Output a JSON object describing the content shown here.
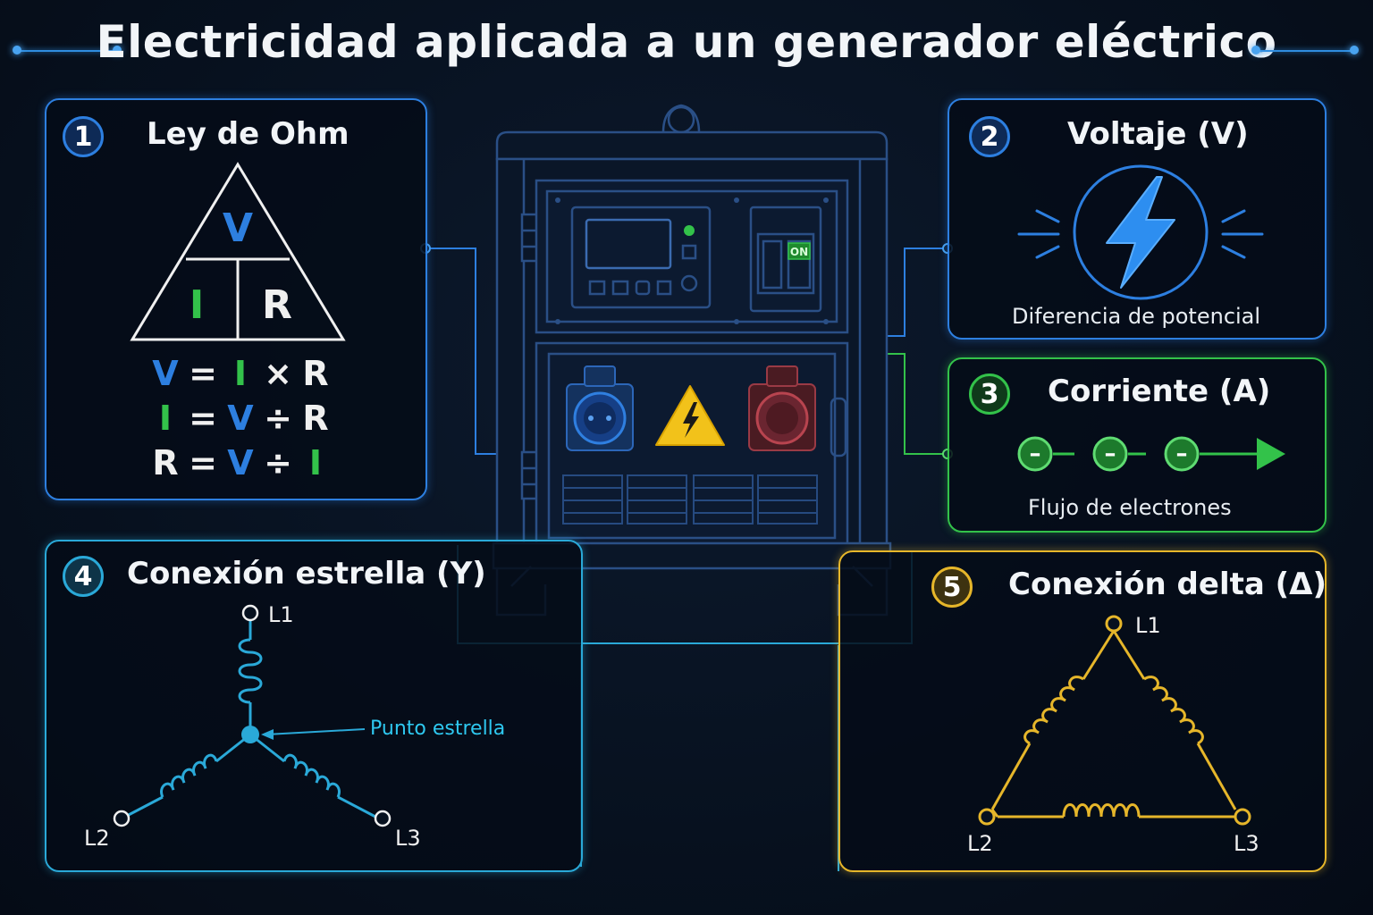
{
  "title": "Electricidad aplicada a un generador eléctrico",
  "colors": {
    "blue": "#2d7fe0",
    "green": "#33c24a",
    "cyan": "#2aa9d8",
    "yellow": "#e6b62a",
    "background": "#07111f"
  },
  "ohm": {
    "number": "1",
    "title": "Ley de Ohm",
    "triangle": {
      "top": "V",
      "left": "I",
      "right": "R"
    },
    "formulas": [
      {
        "a": "V",
        "eq": "=",
        "b": "I",
        "op": "×",
        "c": "R"
      },
      {
        "a": "I",
        "eq": "=",
        "b": "V",
        "op": "÷",
        "c": "R"
      },
      {
        "a": "R",
        "eq": "=",
        "b": "V",
        "op": "÷",
        "c": "I"
      }
    ]
  },
  "voltage": {
    "number": "2",
    "title": "Voltaje (V)",
    "caption": "Diferencia de potencial",
    "icon": "lightning-bolt-icon"
  },
  "current": {
    "number": "3",
    "title": "Corriente (A)",
    "caption": "Flujo de electrones",
    "electron_symbol": "–",
    "electron_count": 3
  },
  "star": {
    "number": "4",
    "title": "Conexión estrella (Y)",
    "center_label": "Punto estrella",
    "terminals": [
      "L1",
      "L2",
      "L3"
    ]
  },
  "delta": {
    "number": "5",
    "title": "Conexión delta (Δ)",
    "terminals": [
      "L1",
      "L2",
      "L3"
    ]
  },
  "generator": {
    "breaker_label": "ON",
    "icons": [
      "control-display-icon",
      "breaker-switch-icon",
      "blue-socket-icon",
      "warning-high-voltage-icon",
      "red-socket-icon"
    ]
  }
}
